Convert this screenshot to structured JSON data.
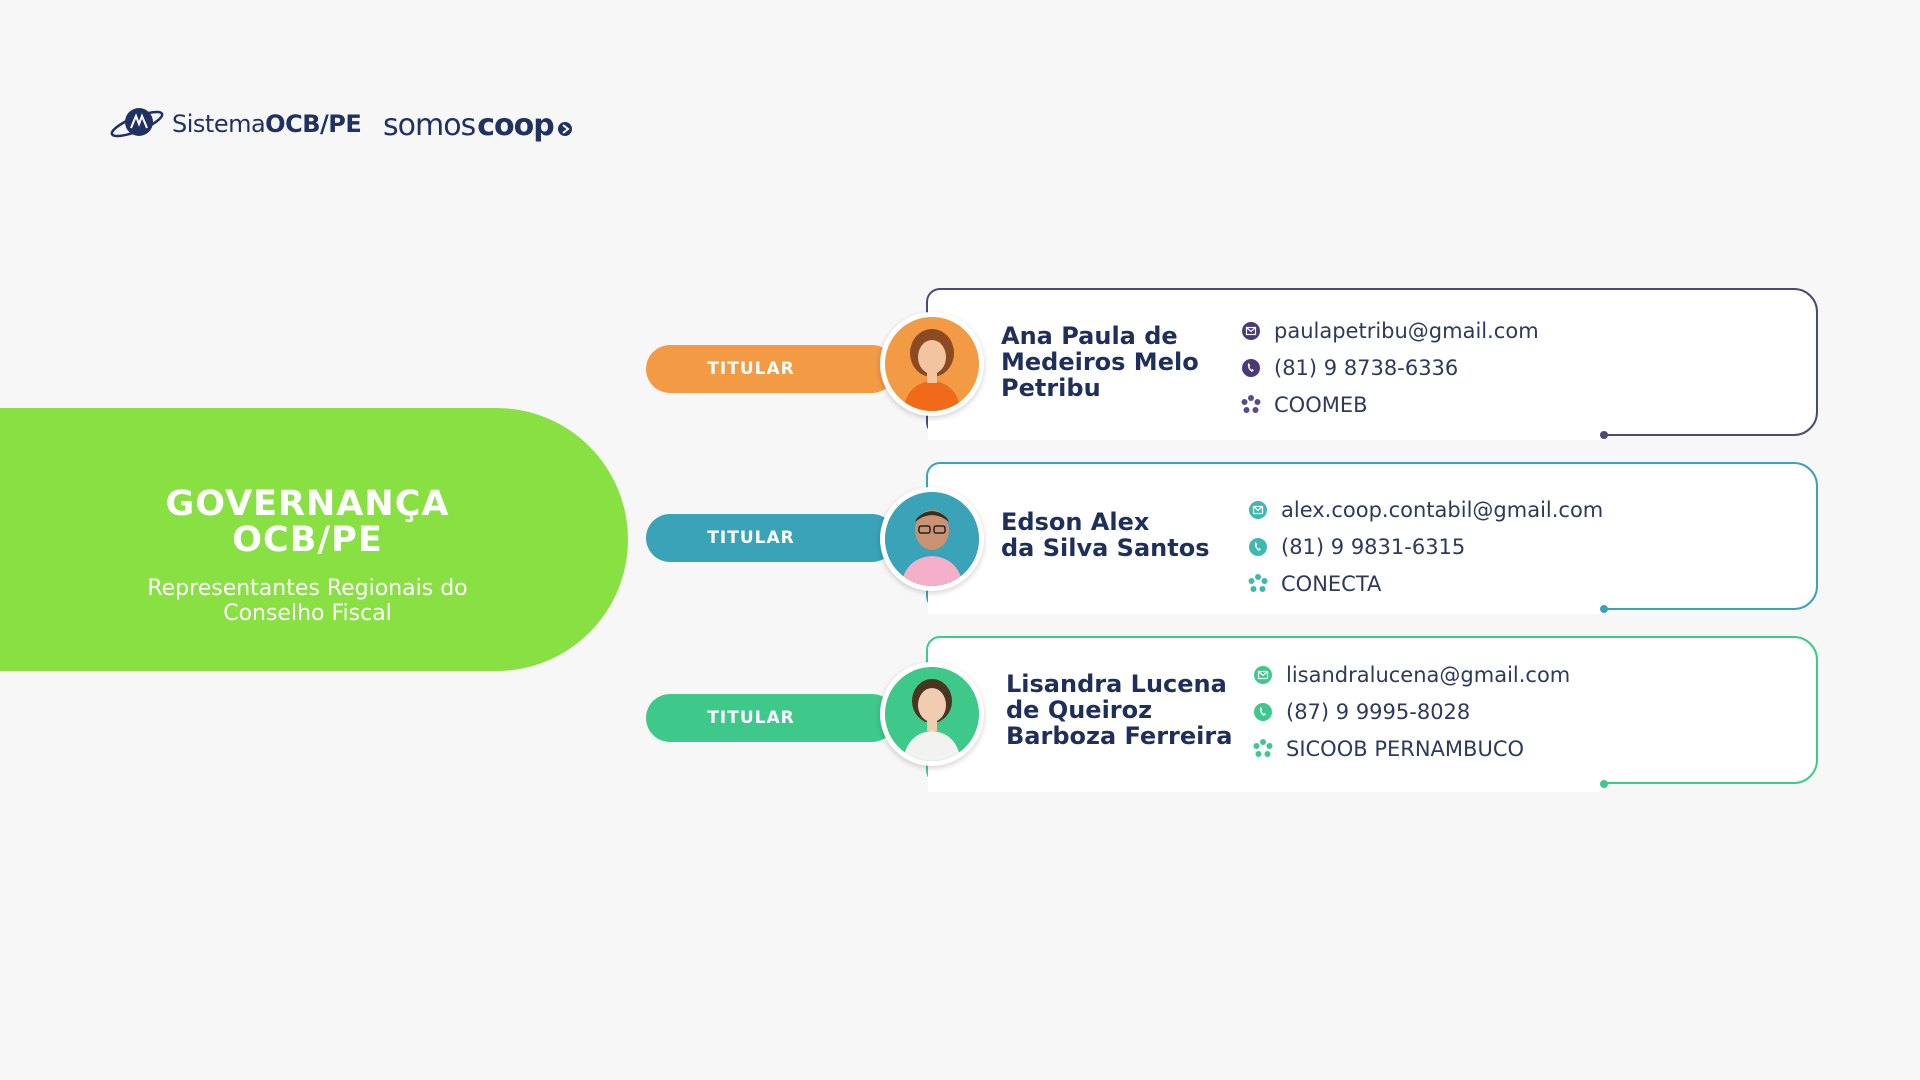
{
  "header": {
    "logo_sistema_prefix": "Sistema",
    "logo_sistema_bold": "OCB/PE",
    "logo_somos": "somos",
    "logo_coop": "coop"
  },
  "banner": {
    "title": "GOVERNANÇA\nOCB/PE",
    "subtitle": "Representantes Regionais do\nConselho Fiscal",
    "color": "#89e043"
  },
  "people": [
    {
      "role": "TITULAR",
      "name": "Ana Paula de\nMedeiros Melo\nPetribu",
      "email": "paulapetribu@gmail.com",
      "phone": "(81) 9 8738-6336",
      "coop": "COOMEB",
      "pill_color": "#f39a45",
      "accent_color": "#3f3f6b",
      "icon_color": "#4a3a7a"
    },
    {
      "role": "TITULAR",
      "name": "Edson Alex\nda Silva Santos",
      "email": "alex.coop.contabil@gmail.com",
      "phone": "(81) 9 9831-6315",
      "coop": "CONECTA",
      "pill_color": "#3aa3b8",
      "accent_color": "#3aa3b8",
      "icon_color": "#3fb8b0"
    },
    {
      "role": "TITULAR",
      "name": "Lisandra Lucena\nde Queiroz\nBarboza Ferreira",
      "email": "lisandralucena@gmail.com",
      "phone": "(87) 9 9995-8028",
      "coop": "SICOOB PERNAMBUCO",
      "pill_color": "#3ec98a",
      "accent_color": "#3ec98a",
      "icon_color": "#3ec98a"
    }
  ]
}
